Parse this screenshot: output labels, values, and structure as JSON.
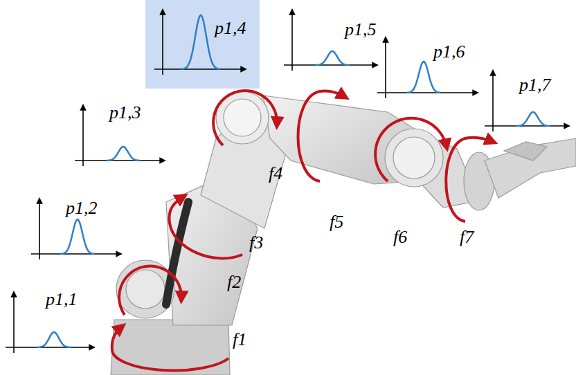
{
  "diagram": {
    "nodes": [
      {
        "text": [
          "p1,4"
        ]
      }
    ],
    "labels": [
      "p1,1",
      "p1,2",
      "p1,3",
      "p1,5",
      "p1,6",
      "p1,7",
      "f1",
      "f2",
      "f3",
      "f4",
      "f5",
      "f6",
      "f7"
    ]
  }
}
